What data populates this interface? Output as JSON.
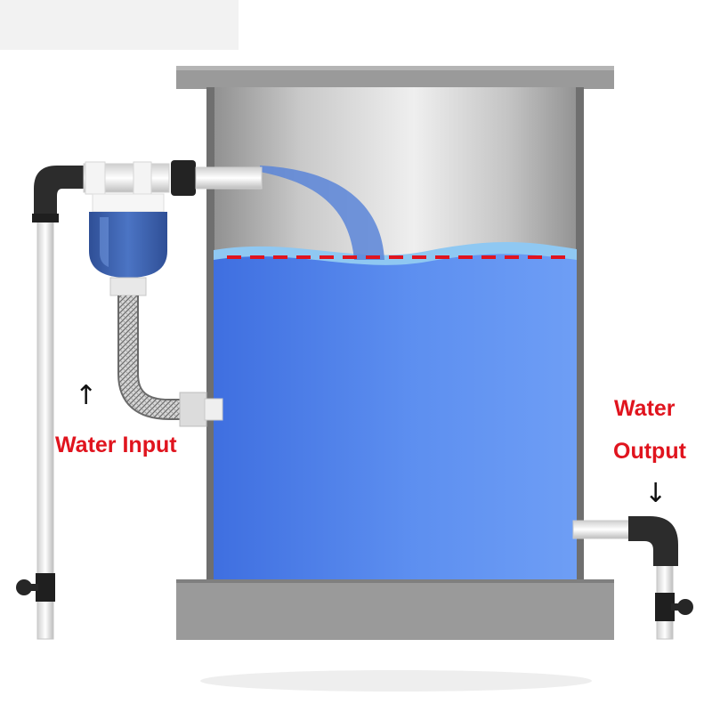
{
  "labels": {
    "water_input": "Water Input",
    "water_output_line1": "Water",
    "water_output_line2": "Output"
  },
  "glyphs": {
    "input_arrow": "↑",
    "output_arrow": "↓"
  },
  "colors": {
    "label_red": "#e0141e",
    "arrow_black": "#111111",
    "water_blue": "#4e7fe8",
    "water_surface": "#8fc8f2",
    "level_line": "#e0141e",
    "tank_steel": "#a6a6a6",
    "tank_cap": "#8d8d8d",
    "float_valve_blue": "#3f64b0"
  },
  "icons": [
    "pvc-elbow-icon",
    "float-valve-icon",
    "shutoff-valve-icon",
    "flex-hose-icon"
  ]
}
